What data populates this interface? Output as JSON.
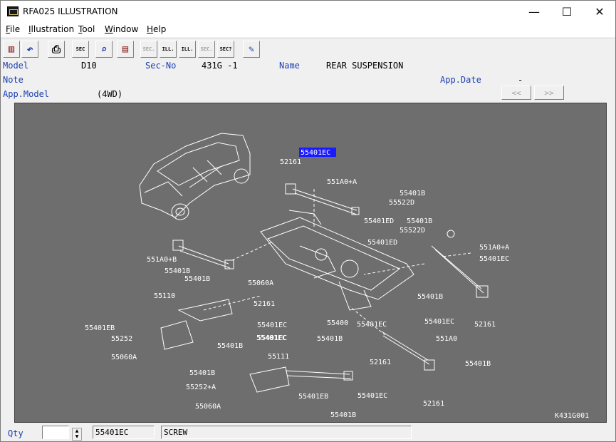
{
  "window": {
    "title": "RFA025  ILLUSTRATION",
    "minimize_glyph": "—",
    "maximize_glyph": "☐",
    "close_glyph": "✕"
  },
  "menu": [
    {
      "accel": "F",
      "rest": "ile"
    },
    {
      "accel": "I",
      "rest": "llustration"
    },
    {
      "accel": "T",
      "rest": "ool"
    },
    {
      "accel": "W",
      "rest": "indow"
    },
    {
      "accel": "H",
      "rest": "elp"
    }
  ],
  "toolbar": {
    "buttons": [
      {
        "name": "exit-icon",
        "glyph": "▥",
        "enabled": true
      },
      {
        "name": "undo-icon",
        "glyph": "↶",
        "enabled": true
      },
      {
        "name": "print-icon",
        "glyph": "⎙",
        "enabled": true
      },
      {
        "name": "sec-list-icon",
        "glyph": "SEC",
        "enabled": true
      },
      {
        "name": "zoom-icon",
        "glyph": "⌕",
        "enabled": true
      },
      {
        "name": "book-icon",
        "glyph": "▤",
        "enabled": true
      },
      {
        "name": "prev-sec-icon",
        "glyph": "SEC.",
        "enabled": false
      },
      {
        "name": "prev-ill-icon",
        "glyph": "ILL.",
        "enabled": true
      },
      {
        "name": "next-ill-icon",
        "glyph": "ILL.",
        "enabled": true
      },
      {
        "name": "next-sec-icon",
        "glyph": "SEC.",
        "enabled": false
      },
      {
        "name": "sec-search-icon",
        "glyph": "SEC?",
        "enabled": true
      },
      {
        "name": "hint-icon",
        "glyph": "✎",
        "enabled": true
      }
    ]
  },
  "info": {
    "model_label": "Model",
    "model_value": "D10",
    "sec_no_label": "Sec-No",
    "sec_no_value": "431G -1",
    "name_label": "Name",
    "name_value": "REAR SUSPENSION",
    "note_label": "Note",
    "app_date_label": "App.Date",
    "app_date_value": "-",
    "app_model_label": "App.Model",
    "app_model_value": "(4WD)",
    "prev_label": "<<",
    "next_label": ">>"
  },
  "illustration": {
    "code": "K431G001",
    "selected_label": "55401EC",
    "labels": [
      "52161",
      "55401B",
      "551A0+A",
      "55522D",
      "55401ED",
      "55401B",
      "55522D",
      "55401ED",
      "551A0+A",
      "55401EC",
      "55401B",
      "55401EC",
      "52161",
      "55401EC",
      "551A0+B",
      "55401B",
      "55060A",
      "55401B",
      "55110",
      "52161",
      "55400",
      "55401EC",
      "55401EB",
      "55401EC",
      "55252",
      "55401B",
      "55060A",
      "55401EC",
      "55401B",
      "551A0",
      "55111",
      "52161",
      "55401B",
      "55401B",
      "55252+A",
      "55401EB",
      "55060A",
      "55401B",
      "55401EC",
      "52161"
    ]
  },
  "bottom": {
    "qty_label": "Qty",
    "qty_value": "",
    "part_no": "55401EC",
    "part_name": "SCREW"
  }
}
